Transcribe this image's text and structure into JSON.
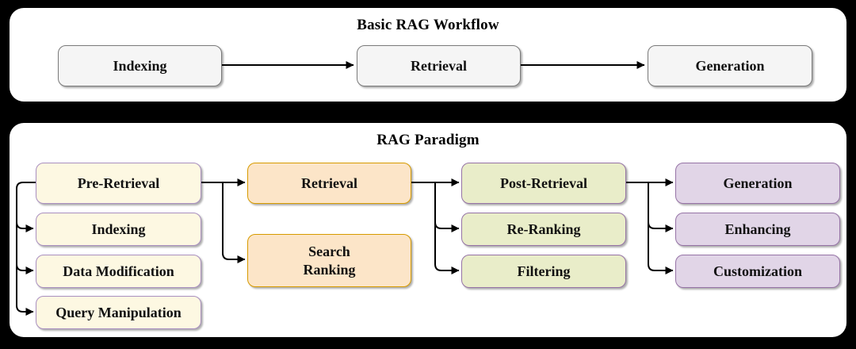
{
  "canvas": {
    "background": "#000000"
  },
  "basic_workflow": {
    "title": "Basic RAG Workflow",
    "nodes": [
      {
        "label": "Indexing"
      },
      {
        "label": "Retrieval"
      },
      {
        "label": "Generation"
      }
    ]
  },
  "paradigm": {
    "title": "RAG Paradigm",
    "columns": [
      {
        "header": "Pre-Retrieval",
        "children": [
          "Indexing",
          "Data Modification",
          "Query Manipulation"
        ]
      },
      {
        "header": "Retrieval",
        "children": [
          "Search\nRanking"
        ]
      },
      {
        "header": "Post-Retrieval",
        "children": [
          "Re-Ranking",
          "Filtering"
        ]
      },
      {
        "header": "Generation",
        "children": [
          "Enhancing",
          "Customization"
        ]
      }
    ]
  },
  "colors": {
    "panel_background": "#ffffff",
    "connector": "#000000",
    "basic_node_fill": "#f5f5f5",
    "basic_node_border": "#7a7a7a",
    "pre_retrieval_fill": "#fdf8e2",
    "pre_retrieval_border": "#a98fc0",
    "retrieval_fill": "#fce5c8",
    "retrieval_border": "#d79b00",
    "post_retrieval_fill": "#e9edc9",
    "post_retrieval_border": "#9673a6",
    "generation_fill": "#e1d5e7",
    "generation_border": "#9673a6"
  }
}
